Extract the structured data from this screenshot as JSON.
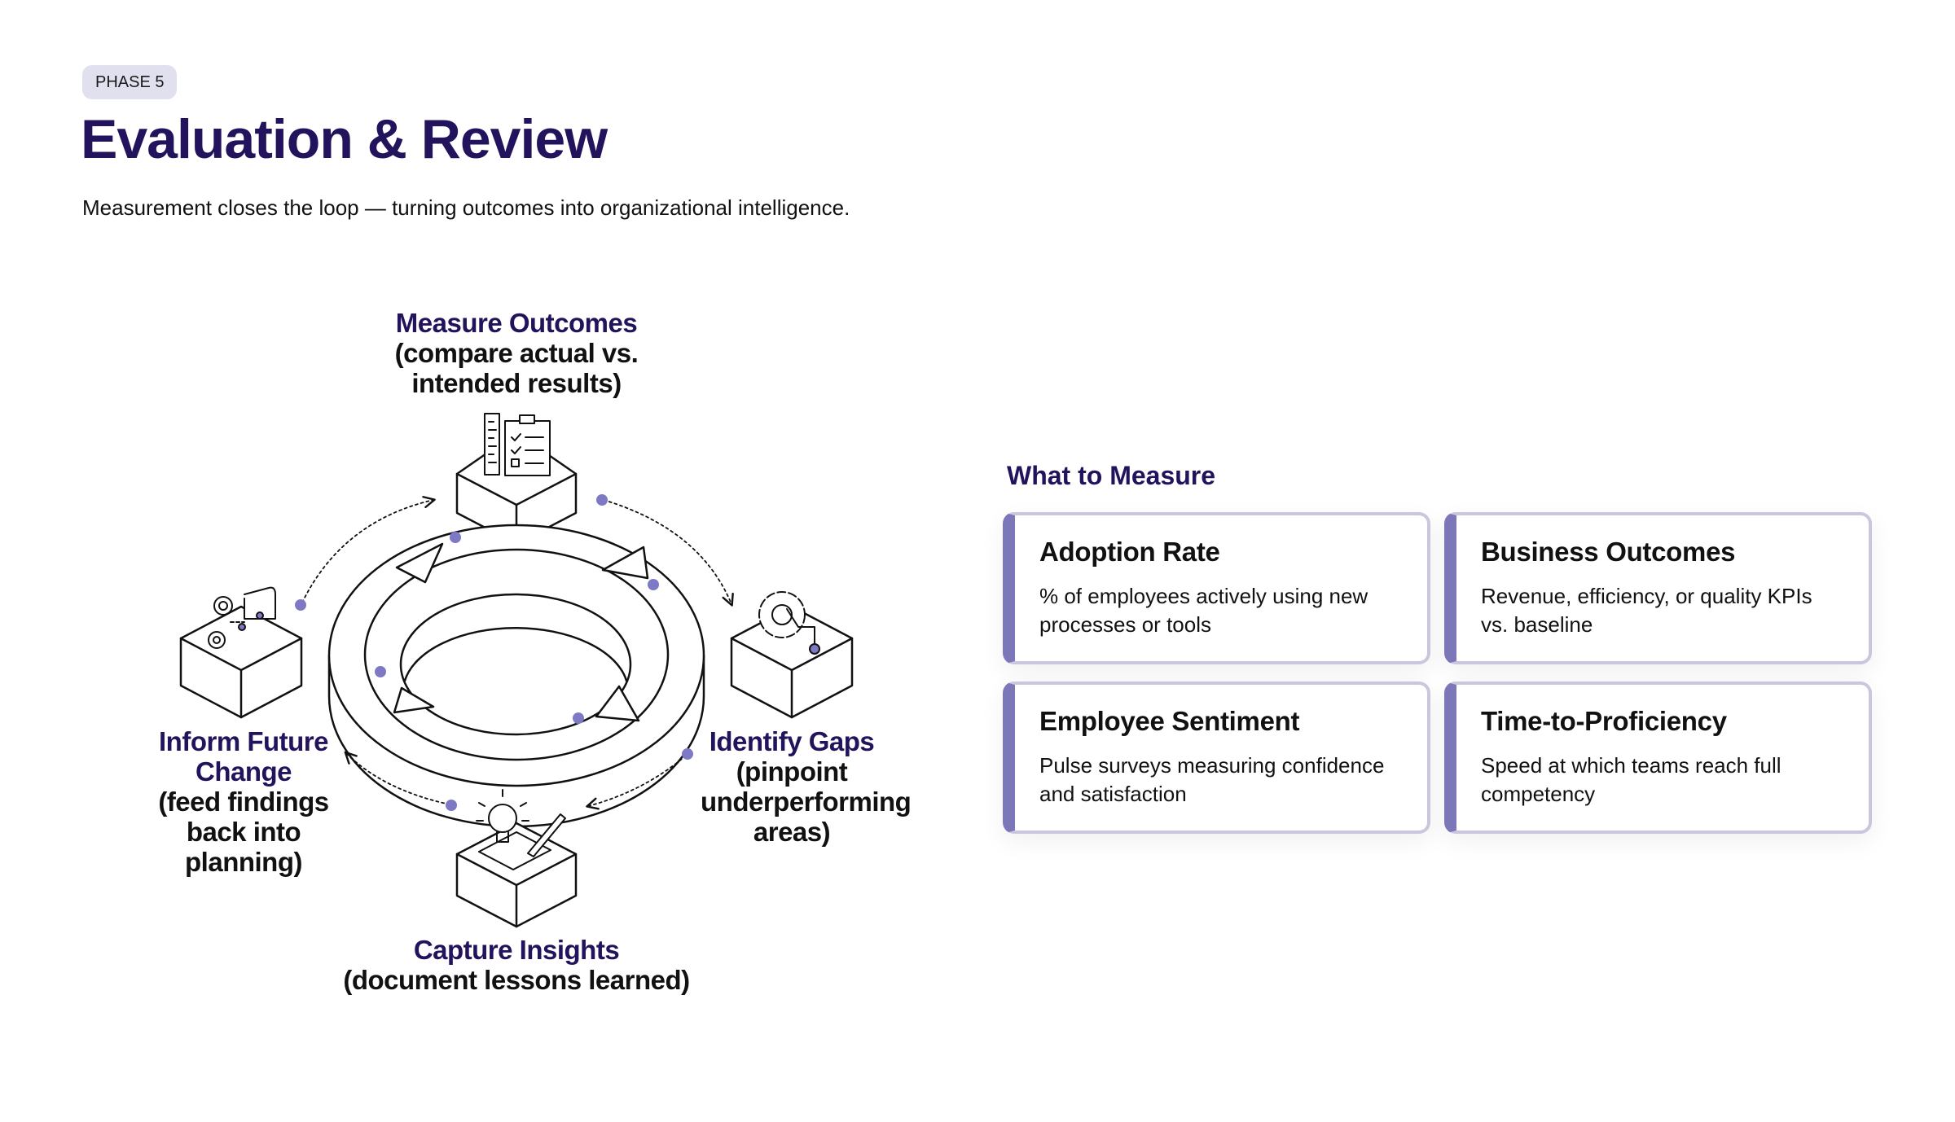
{
  "header": {
    "badge": "PHASE 5",
    "title": "Evaluation & Review",
    "subtitle": "Measurement closes the loop — turning outcomes into organizational intelligence."
  },
  "cycle": {
    "steps": [
      {
        "title": "Measure Outcomes",
        "detail": "(compare actual vs. intended results)",
        "icon": "clipboard-ruler-icon"
      },
      {
        "title": "Identify Gaps",
        "detail": "(pinpoint underperforming areas)",
        "icon": "broken-gear-icon"
      },
      {
        "title": "Capture Insights",
        "detail": "(document lessons learned)",
        "icon": "lightbulb-notebook-icon"
      },
      {
        "title": "Inform Future Change",
        "detail": "(feed findings back into planning)",
        "icon": "gears-blueprint-icon"
      }
    ]
  },
  "measure": {
    "heading": "What to Measure",
    "cards": [
      {
        "title": "Adoption Rate",
        "description": "% of employees actively using new processes or tools"
      },
      {
        "title": "Business Outcomes",
        "description": "Revenue, efficiency, or quality KPIs vs. baseline"
      },
      {
        "title": "Employee Sentiment",
        "description": "Pulse surveys measuring confidence and satisfaction"
      },
      {
        "title": "Time-to-Proficiency",
        "description": "Speed at which teams reach full competency"
      }
    ]
  },
  "colors": {
    "navy": "#22135c",
    "accent": "#7c77b8",
    "dot": "#7e79c4",
    "border": "#c9c6dd"
  }
}
